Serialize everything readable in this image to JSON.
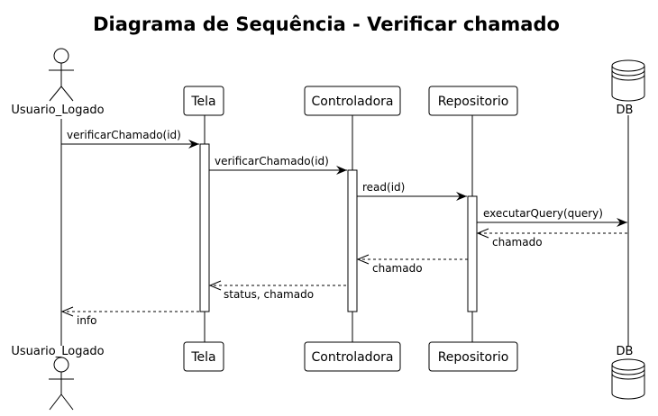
{
  "title": "Diagrama de Sequência - Verificar chamado",
  "participants": [
    {
      "label": "Usuario_Logado",
      "kind": "actor"
    },
    {
      "label": "Tela",
      "kind": "box"
    },
    {
      "label": "Controladora",
      "kind": "box"
    },
    {
      "label": "Repositorio",
      "kind": "box"
    },
    {
      "label": "DB",
      "kind": "database"
    }
  ],
  "messages": [
    {
      "from": 0,
      "to": 1,
      "label": "verificarChamado(id)",
      "style": "solid"
    },
    {
      "from": 1,
      "to": 2,
      "label": "verificarChamado(id)",
      "style": "solid"
    },
    {
      "from": 2,
      "to": 3,
      "label": "read(id)",
      "style": "solid"
    },
    {
      "from": 3,
      "to": 4,
      "label": "executarQuery(query)",
      "style": "solid"
    },
    {
      "from": 4,
      "to": 3,
      "label": "chamado",
      "style": "dashed"
    },
    {
      "from": 3,
      "to": 2,
      "label": "chamado",
      "style": "dashed"
    },
    {
      "from": 2,
      "to": 1,
      "label": "status, chamado",
      "style": "dashed"
    },
    {
      "from": 1,
      "to": 0,
      "label": "info",
      "style": "dashed"
    }
  ]
}
